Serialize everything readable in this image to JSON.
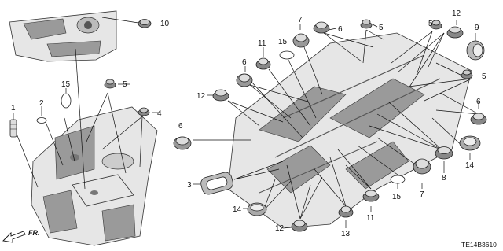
{
  "callouts": [
    "1",
    "2",
    "3",
    "4",
    "5",
    "6",
    "7",
    "8",
    "9",
    "10",
    "11",
    "12",
    "13",
    "14",
    "15"
  ],
  "direction_label": "FR.",
  "diagram_code": "TE14B3610"
}
